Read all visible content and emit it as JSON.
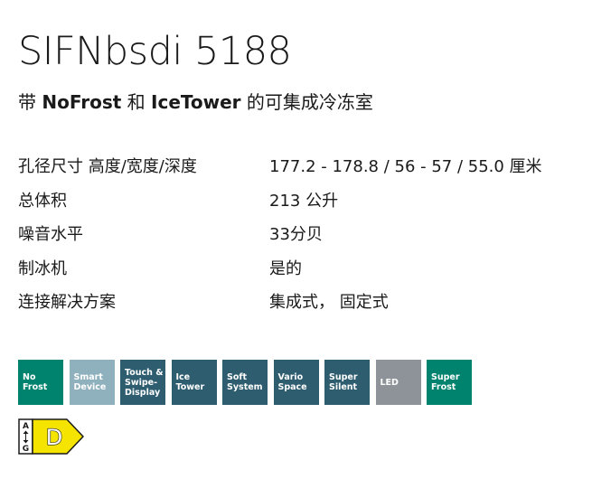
{
  "product": {
    "title": "SIFNbsdi 5188",
    "subtitle_parts": [
      "带 ",
      "NoFrost",
      " 和 ",
      "IceTower",
      " 的可集成冷冻室"
    ]
  },
  "specs": [
    {
      "label": "孔径尺寸 高度/宽度/深度",
      "value": "177.2 - 178.8 / 56 - 57 / 55.0 厘米"
    },
    {
      "label": "总体积",
      "value": "213 公升"
    },
    {
      "label": "噪音水平",
      "value": "33分贝"
    },
    {
      "label": "制冰机",
      "value": "是的"
    },
    {
      "label": "连接解决方案",
      "value": "集成式， 固定式"
    }
  ],
  "features": [
    {
      "label": "No\nFrost",
      "color": "#00836e"
    },
    {
      "label": "Smart\nDevice",
      "color": "#8fb0bd"
    },
    {
      "label": "Touch &\nSwipe-\nDisplay",
      "color": "#2e5d70"
    },
    {
      "label": "Ice\nTower",
      "color": "#2e5d70"
    },
    {
      "label": "Soft\nSystem",
      "color": "#2e5d70"
    },
    {
      "label": "Vario\nSpace",
      "color": "#2e5d70"
    },
    {
      "label": "Super\nSilent",
      "color": "#2e5d70"
    },
    {
      "label": "LED",
      "color": "#8d9398"
    },
    {
      "label": "Super\nFrost",
      "color": "#00836e"
    }
  ],
  "energy": {
    "scale_top": "A",
    "scale_bottom": "G",
    "class": "D",
    "color": "#f5e400"
  }
}
